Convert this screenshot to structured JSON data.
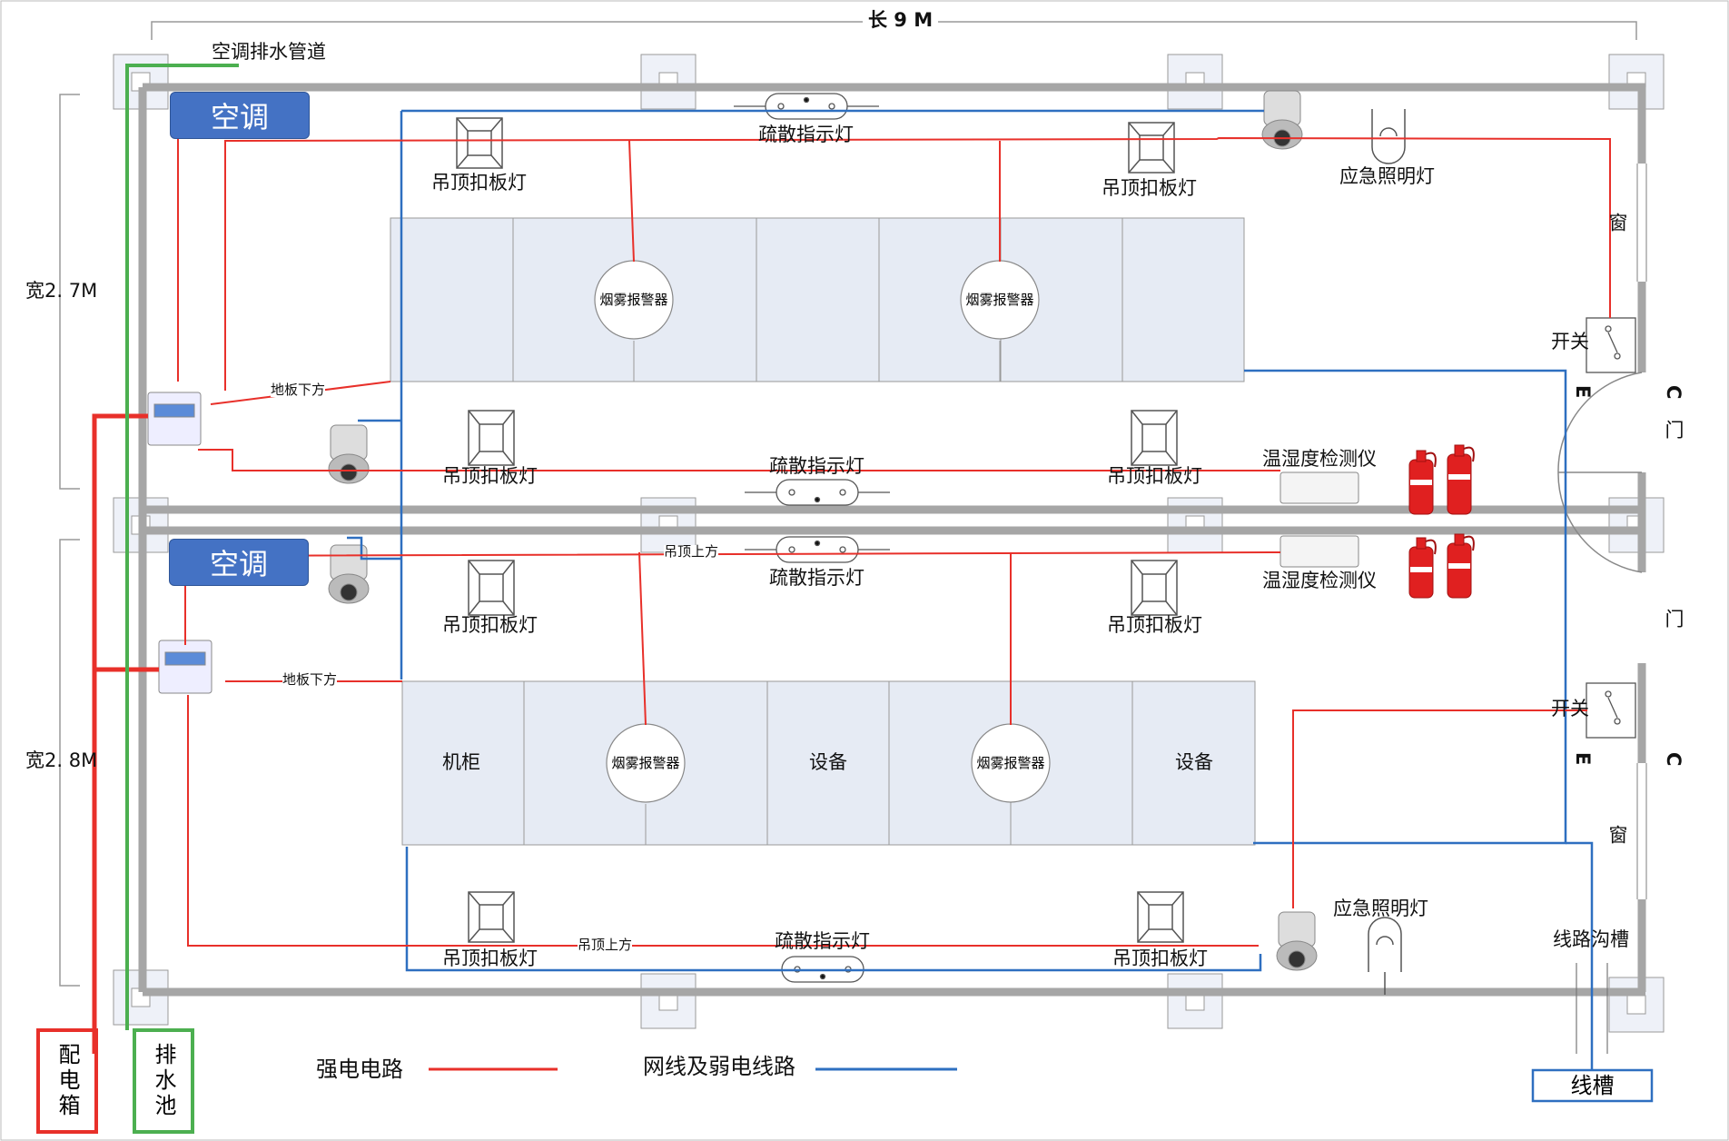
{
  "dimensions": {
    "length": "长 9 M",
    "width_top": "宽2. 7M",
    "width_bottom": "宽2. 8M"
  },
  "labels": {
    "ac_drain": "空调排水管道",
    "ac": "空调",
    "ceiling_light": "吊顶扣板灯",
    "evac_light": "疏散指示灯",
    "emergency_light": "应急照明灯",
    "smoke_alarm": "烟雾报警器",
    "under_floor": "地板下方",
    "above_ceiling": "吊顶上方",
    "temp_humidity": "温湿度检测仪",
    "switch": "开关",
    "door": "门",
    "window": "窗",
    "e_mark": "E",
    "c_mark": "C",
    "cabinet": "机柜",
    "equipment": "设备",
    "trench": "线路沟槽",
    "cable_tray": "线槽",
    "power_box": "配电箱",
    "drain_pool": "排水池"
  },
  "legend": {
    "power": {
      "label": "强电电路",
      "color": "#e8302a"
    },
    "network": {
      "label": "网线及弱电线路",
      "color": "#2e6fc0"
    }
  },
  "colors": {
    "power": "#e8302a",
    "network": "#2e6fc0",
    "drain": "#4caf50",
    "ac": "#4472c4",
    "rack": "#e6ebf4",
    "wall": "#a6a6a6"
  }
}
